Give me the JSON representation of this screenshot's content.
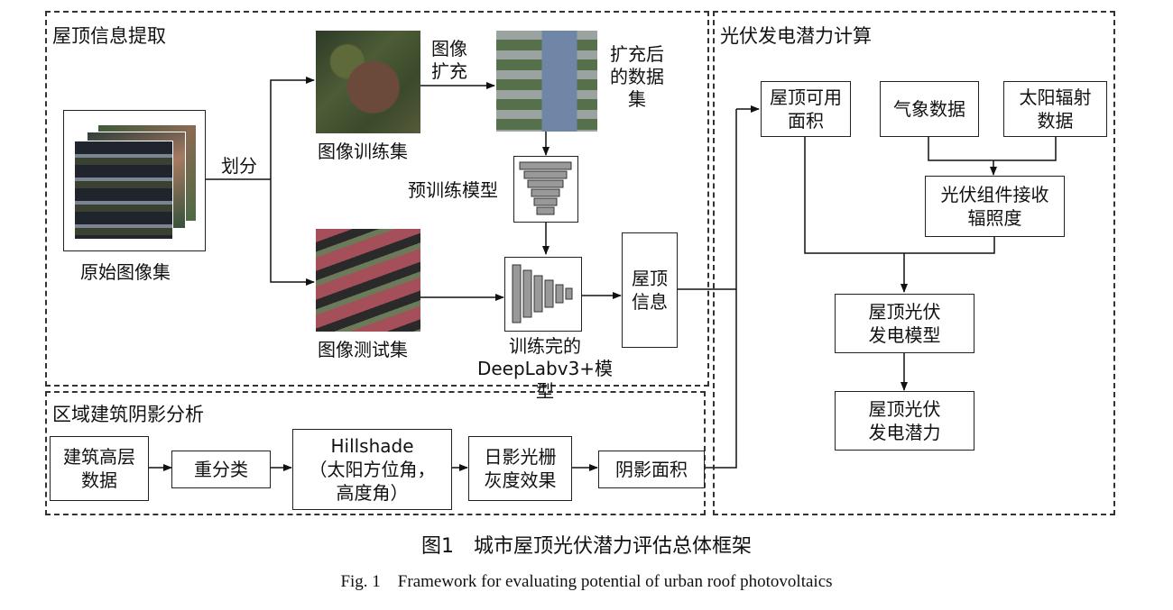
{
  "panels": {
    "roof_extraction": "屋顶信息提取",
    "pv_calc": "光伏发电潜力计算",
    "shadow": "区域建筑阴影分析"
  },
  "labels": {
    "original_images": "原始图像集",
    "split": "划分",
    "train_set": "图像训练集",
    "augment": "图像\n扩充",
    "augmented_set": "扩充后\n的数据\n集",
    "pretrained_model": "预训练模型",
    "test_set": "图像测试集",
    "trained_model": "训练完的\nDeepLabv3+模型",
    "roof_info": "屋顶\n信息"
  },
  "pv_boxes": {
    "roof_area": "屋顶可用\n面积",
    "weather": "气象数据",
    "solar": "太阳辐射\n数据",
    "irradiance": "光伏组件接收\n辐照度",
    "model": "屋顶光伏\n发电模型",
    "potential": "屋顶光伏\n发电潜力"
  },
  "shadow_boxes": {
    "height": "建筑高层\n数据",
    "reclass": "重分类",
    "hillshade": "Hillshade\n（太阳方位角，\n高度角）",
    "grating": "日影光栅\n灰度效果",
    "area": "阴影面积"
  },
  "caption": {
    "cn": "图1　城市屋顶光伏潜力评估总体框架",
    "en": "Fig. 1　Framework for evaluating potential of urban roof  photovoltaics"
  }
}
